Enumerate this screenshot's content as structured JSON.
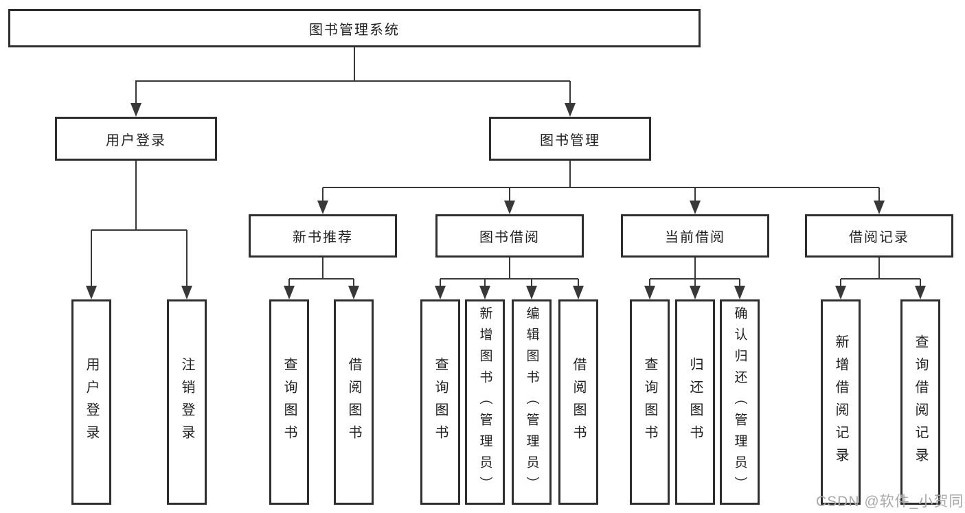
{
  "nodes": {
    "root": "图书管理系统",
    "user_login": "用户登录",
    "book_mgmt": "图书管理",
    "new_books": "新书推荐",
    "book_borrow": "图书借阅",
    "current_borrow": "当前借阅",
    "borrow_records": "借阅记录",
    "leaves": {
      "login": "用户登录",
      "logout": "注销登录",
      "nb_query": "查询图书",
      "nb_borrow": "借阅图书",
      "bb_query": "查询图书",
      "bb_add": "新增图书（管理员）",
      "bb_edit": "编辑图书（管理员）",
      "bb_borrow": "借阅图书",
      "cb_query": "查询图书",
      "cb_return": "归还图书",
      "cb_confirm": "确认归还（管理员）",
      "br_add": "新增借阅记录",
      "br_query": "查询借阅记录"
    }
  },
  "watermark": "CSDN @软件_小贺同学",
  "colors": {
    "background": "#ffffff",
    "box_border": "#2e2e2e",
    "line": "#383838",
    "text": "#1f1f1f",
    "watermark": "#a8a8a8"
  }
}
